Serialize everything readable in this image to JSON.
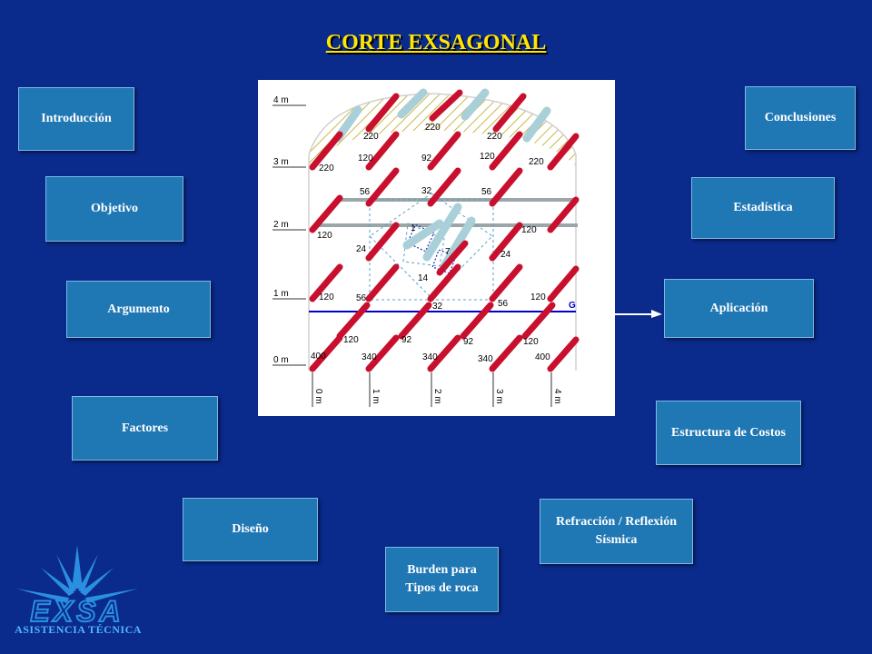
{
  "title": "CORTE EXSAGONAL",
  "nav": {
    "introduccion": "Introducción",
    "objetivo": "Objetivo",
    "argumento": "Argumento",
    "factores": "Factores",
    "diseno": "Diseño",
    "burden": "Burden para Tipos de roca",
    "refraccion": "Refracción / Reflexión Sísmica",
    "estructura": "Estructura de Costos",
    "aplicacion": "Aplicación",
    "estadistica": "Estadística",
    "conclusiones": "Conclusiones"
  },
  "diagram": {
    "y_axis": [
      "4 m",
      "3 m",
      "2 m",
      "1 m",
      "0 m"
    ],
    "x_axis": [
      "0 m",
      "1 m",
      "2 m",
      "3 m",
      "4 m"
    ],
    "grade_label": "G",
    "numbers": {
      "n220a": "220",
      "n220b": "220",
      "n220c": "220",
      "n220d": "220",
      "n220e": "220",
      "n120a": "120",
      "n92a": "92",
      "n120b": "120",
      "n56a": "56",
      "n32a": "32",
      "n56b": "56",
      "n120c": "120",
      "n1": "1",
      "n24a": "24",
      "n7": "7",
      "n24b": "24",
      "n120d": "120",
      "n14": "14",
      "n120e": "120",
      "n56c": "56",
      "n32b": "32",
      "n56d": "56",
      "n120f": "120",
      "n120g": "120",
      "n92b": "92",
      "n92c": "92",
      "n120h": "120",
      "n400a": "400",
      "n340a": "340",
      "n340b": "340",
      "n340c": "340",
      "n400b": "400"
    }
  },
  "logo": {
    "text": "EXSA",
    "caption": "ASISTENCIA TÉCNICA"
  },
  "colors": {
    "background": "#0a2a8c",
    "title": "#ffe600",
    "button": "#1f77b4",
    "drill_hole": "#c8102e",
    "relief_hole": "#a9cfd8",
    "grade_line": "#0000cc"
  }
}
